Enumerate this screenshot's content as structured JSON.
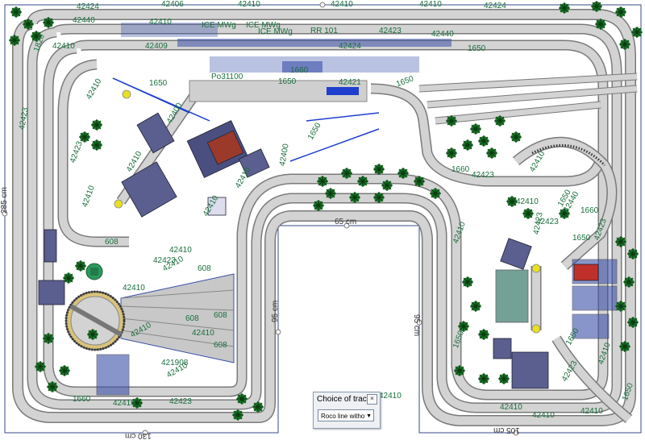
{
  "popup": {
    "title": "Choice of track",
    "close_glyph": "×",
    "selected": "Roco line witho"
  },
  "dimensions": {
    "width_top": "65 cm",
    "height_left": "95 cm",
    "height_right": "95 cm",
    "width_bottom_left": "130 cm",
    "width_bottom_right": "105 cm",
    "height_outer_left": "285 cm"
  },
  "track_labels": [
    "42424",
    "42406",
    "42410",
    "42410",
    "42410",
    "42424",
    "42440",
    "42410",
    "ICE MWg",
    "ICE MWg",
    "ICE MWg",
    "RR 101",
    "42423",
    "42440",
    "42410",
    "42409",
    "42424",
    "1650",
    "1820",
    "1650",
    "Po31100",
    "1650",
    "1660",
    "42421",
    "1650",
    "42410",
    "42400",
    "1650",
    "42423",
    "42410",
    "42410",
    "42400",
    "42423",
    "42410",
    "42410",
    "608",
    "42423",
    "42410",
    "608",
    "42410",
    "42410",
    "608",
    "42410",
    "608",
    "42410",
    "608",
    "421908",
    "42410",
    "42410",
    "42423",
    "1660",
    "1660",
    "42423",
    "42410",
    "42410",
    "1650",
    "42423",
    "42440",
    "1660",
    "42423",
    "42423",
    "42410",
    "1650",
    "1650",
    "1650",
    "42423",
    "42410",
    "42410",
    "42410",
    "42410",
    "42410",
    "1650"
  ],
  "colors": {
    "track_fill": "#d3d3d3",
    "track_edge": "#7a7a7a",
    "label_green": "#1a6e3c",
    "tree_green": "#1f7a2a",
    "tree_dark": "#0a3d14",
    "building_blue": "#3a4fa8",
    "roof_red": "#9b3a2a",
    "marker_yellow": "#e8e020"
  },
  "icons": {
    "tree": "tree-icon",
    "turntable": "turntable-icon",
    "buffer": "buffer-stop-icon"
  }
}
